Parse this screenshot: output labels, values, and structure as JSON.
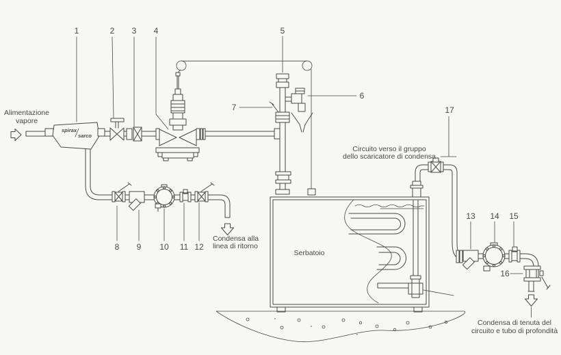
{
  "colors": {
    "background": "#f7f7f5",
    "ink": "#474747"
  },
  "brand": {
    "word1": "spirax",
    "word2": "sarco"
  },
  "labels": {
    "steam_supply_1": "Alimentazione",
    "steam_supply_2": "vapore",
    "tank": "Serbatoio",
    "condensate_return_1": "Condensa alla",
    "condensate_return_2": "linea di ritorno",
    "trap_circuit_1": "Circuito verso il gruppo",
    "trap_circuit_2": "dello scaricatore di condensa",
    "seal_condensate_1": "Condensa di tenuta del",
    "seal_condensate_2": "circuito e tubo di profondità"
  },
  "callouts": {
    "n1": "1",
    "n2": "2",
    "n3": "3",
    "n4": "4",
    "n5": "5",
    "n6": "6",
    "n7": "7",
    "n8": "8",
    "n9": "9",
    "n10": "10",
    "n11": "11",
    "n12": "12",
    "n13": "13",
    "n14": "14",
    "n15": "15",
    "n16": "16",
    "n17": "17"
  }
}
